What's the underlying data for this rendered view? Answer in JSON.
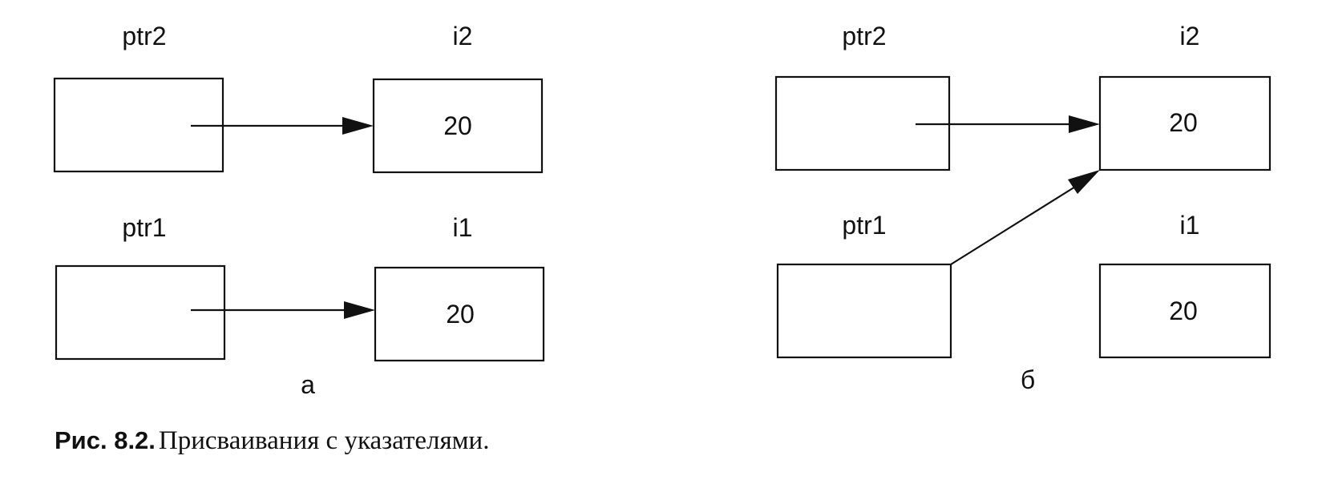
{
  "figure": {
    "panel_a": {
      "label": "а",
      "ptr2_label": "ptr2",
      "i2_label": "i2",
      "i2_value": "20",
      "ptr1_label": "ptr1",
      "i1_label": "i1",
      "i1_value": "20"
    },
    "panel_b": {
      "label": "б",
      "ptr2_label": "ptr2",
      "i2_label": "i2",
      "i2_value": "20",
      "ptr1_label": "ptr1",
      "i1_label": "i1",
      "i1_value": "20"
    }
  },
  "caption": {
    "number": "Рис. 8.2.",
    "text": "Присваивания с указателями."
  }
}
